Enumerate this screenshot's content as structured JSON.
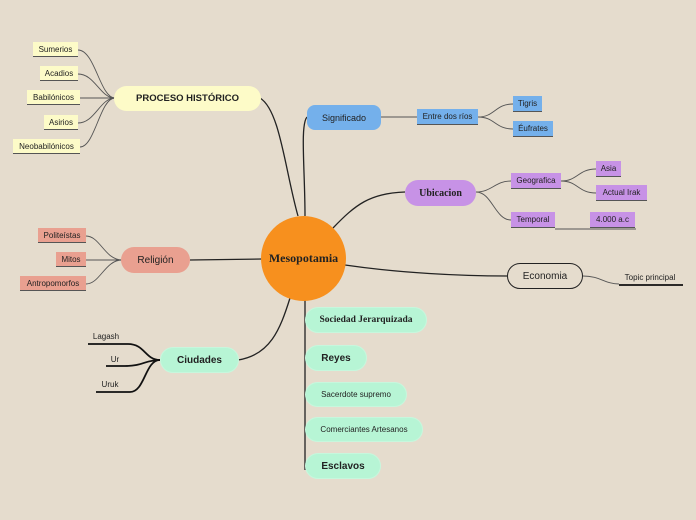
{
  "central": "Mesopotamia",
  "branches": {
    "proceso": {
      "label": "PROCESO HISTÓRICO",
      "items": [
        "Sumerios",
        "Acadios",
        "Babilónicos",
        "Asirios",
        "Neobabilónicos"
      ]
    },
    "religion": {
      "label": "Religión",
      "items": [
        "Politeístas",
        "Mitos",
        "Antropomorfos"
      ]
    },
    "ciudades": {
      "label": "Ciudades",
      "items": [
        "Lagash",
        "Ur",
        "Uruk"
      ]
    },
    "significado": {
      "label": "Significado",
      "sub": "Entre dos ríos",
      "items": [
        "Tigris",
        "Éufrates"
      ]
    },
    "ubicacion": {
      "label": "Ubicacion",
      "geografica": "Geografica",
      "geo_items": [
        "Asia",
        "Actual Irak"
      ],
      "temporal": "Temporal",
      "temporal_value": "4.000 a.c"
    },
    "economia": {
      "label": "Economia",
      "sub": "Topic principal"
    },
    "sociedad": {
      "label": "Sociedad Jerarquizada",
      "items": [
        "Reyes",
        "Sacerdote supremo",
        "Comerciantes Artesanos",
        "Esclavos"
      ]
    }
  },
  "colors": {
    "background": "#e5dccd",
    "central": "#f7901e",
    "proceso": "#fdfbc8",
    "religion": "#e9a090",
    "ciudades": "#b7f5d5",
    "significado": "#74b0eb",
    "ubicacion": "#c792e6",
    "economia": "#e5dccd",
    "sociedad": "#b7f5d5"
  }
}
